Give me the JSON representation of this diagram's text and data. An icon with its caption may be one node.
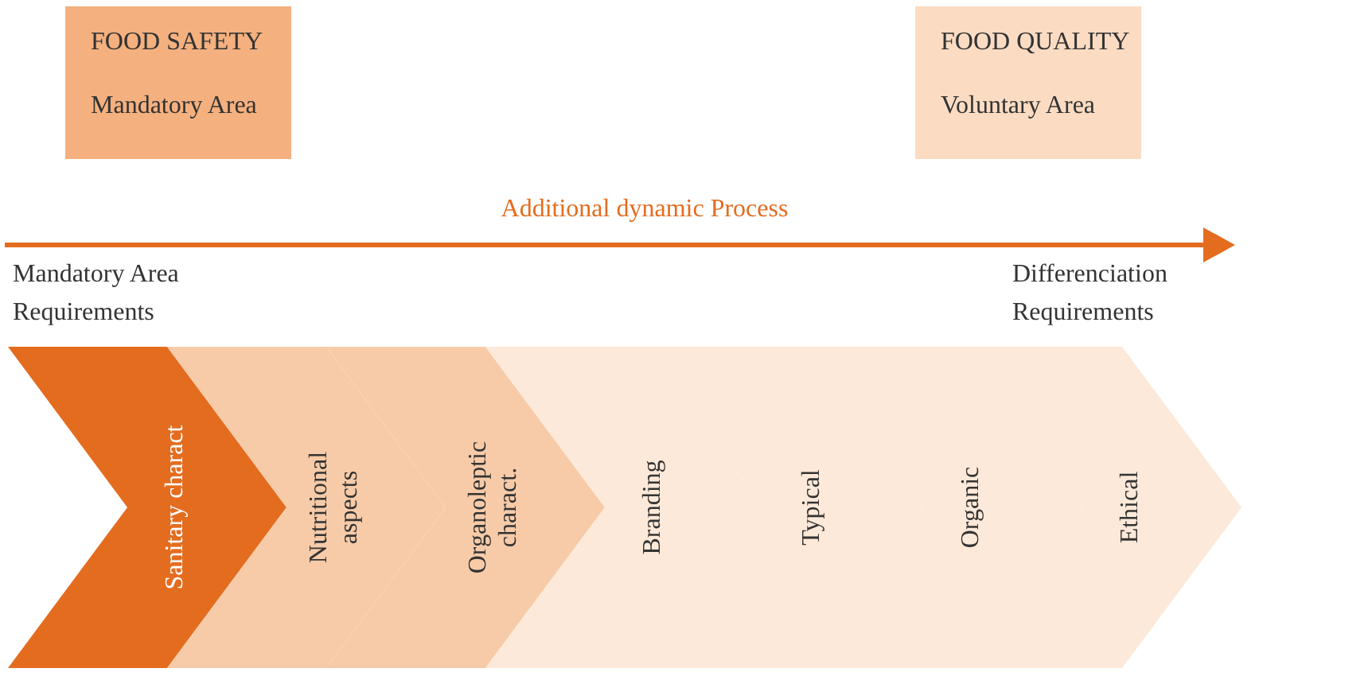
{
  "diagram": {
    "nodes": [
      {
        "text": [
          "FOOD SAFETY",
          "Mandatory Area"
        ]
      },
      {
        "text": [
          "FOOD QUALITY",
          "Voluntary Area"
        ]
      },
      {
        "text": [
          "Sanitary charact"
        ]
      },
      {
        "text": [
          "Nutritional aspects"
        ]
      },
      {
        "text": [
          "Organoleptic charact."
        ]
      },
      {
        "text": [
          "Branding"
        ]
      },
      {
        "text": [
          "Typical"
        ]
      },
      {
        "text": [
          "Organic"
        ]
      },
      {
        "text": [
          "Ethical"
        ]
      }
    ],
    "edges": [],
    "labels": [
      "Additional dynamic Process",
      "Mandatory Area Requirements",
      "Differenciation Requirements"
    ]
  }
}
